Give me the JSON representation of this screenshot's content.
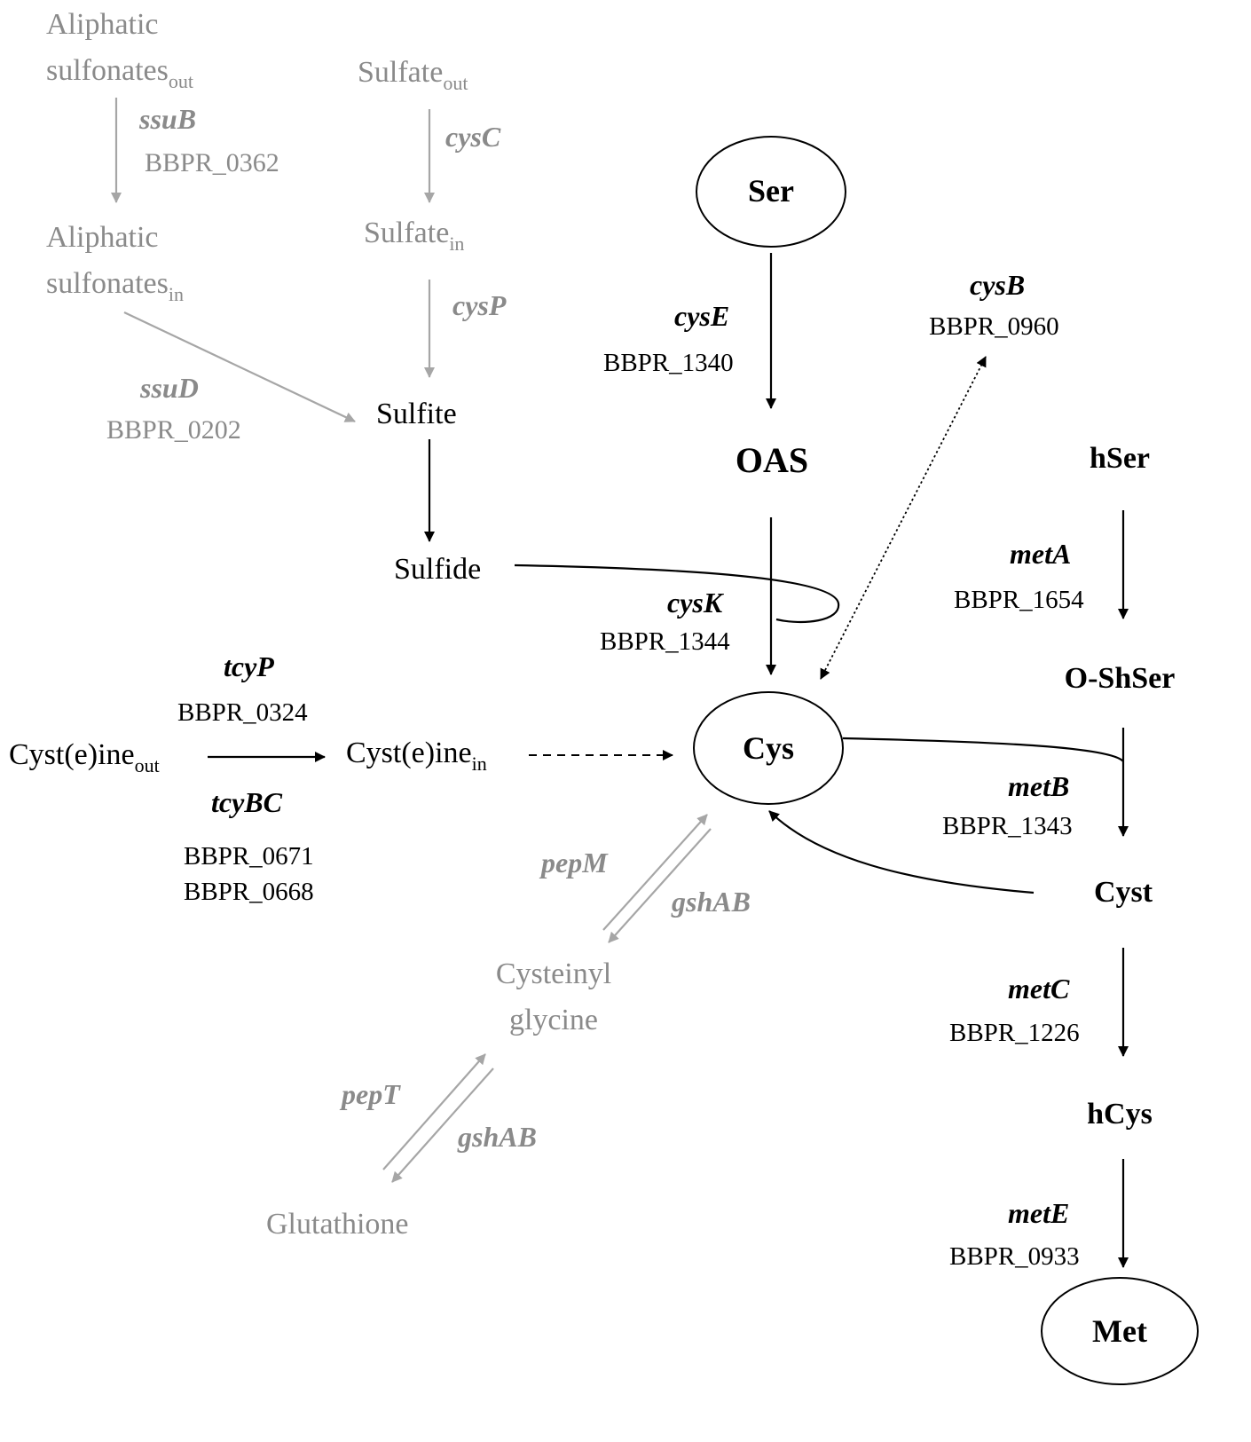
{
  "colors": {
    "black": "#000000",
    "gray": "#8a8a8a",
    "arrow_gray": "#a6a6a6"
  },
  "nodes": {
    "aliphatic_out": {
      "line1": "Aliphatic",
      "line2": "sulfonates",
      "sub": "out"
    },
    "aliphatic_in": {
      "line1": "Aliphatic",
      "line2": "sulfonates",
      "sub": "in"
    },
    "sulfate_out": {
      "label": "Sulfate",
      "sub": "out"
    },
    "sulfate_in": {
      "label": "Sulfate",
      "sub": "in"
    },
    "sulfite": "Sulfite",
    "sulfide": "Sulfide",
    "ser": "Ser",
    "oas": "OAS",
    "cys": "Cys",
    "hser": "hSer",
    "oshser": "O-ShSer",
    "cyst": "Cyst",
    "hcys": "hCys",
    "met": "Met",
    "cysteine_out": {
      "label": "Cyst(e)ine",
      "sub": "out"
    },
    "cysteine_in": {
      "label": "Cyst(e)ine",
      "sub": "in"
    },
    "cysteinyl_glycine": {
      "line1": "Cysteinyl",
      "line2": "glycine"
    },
    "glutathione": "Glutathione"
  },
  "genes": {
    "ssuB": {
      "name": "ssuB",
      "id": "BBPR_0362"
    },
    "ssuD": {
      "name": "ssuD",
      "id": "BBPR_0202"
    },
    "cysC": {
      "name": "cysC"
    },
    "cysP": {
      "name": "cysP"
    },
    "cysE": {
      "name": "cysE",
      "id": "BBPR_1340"
    },
    "cysK": {
      "name": "cysK",
      "id": "BBPR_1344"
    },
    "cysB": {
      "name": "cysB",
      "id": "BBPR_0960"
    },
    "metA": {
      "name": "metA",
      "id": "BBPR_1654"
    },
    "metB": {
      "name": "metB",
      "id": "BBPR_1343"
    },
    "metC": {
      "name": "metC",
      "id": "BBPR_1226"
    },
    "metE": {
      "name": "metE",
      "id": "BBPR_0933"
    },
    "tcyP": {
      "name": "tcyP",
      "id": "BBPR_0324"
    },
    "tcyBC": {
      "name": "tcyBC",
      "id1": "BBPR_0671",
      "id2": "BBPR_0668"
    },
    "pepM": {
      "name": "pepM"
    },
    "gshAB_1": {
      "name": "gshAB"
    },
    "pepT": {
      "name": "pepT"
    },
    "gshAB_2": {
      "name": "gshAB"
    }
  }
}
